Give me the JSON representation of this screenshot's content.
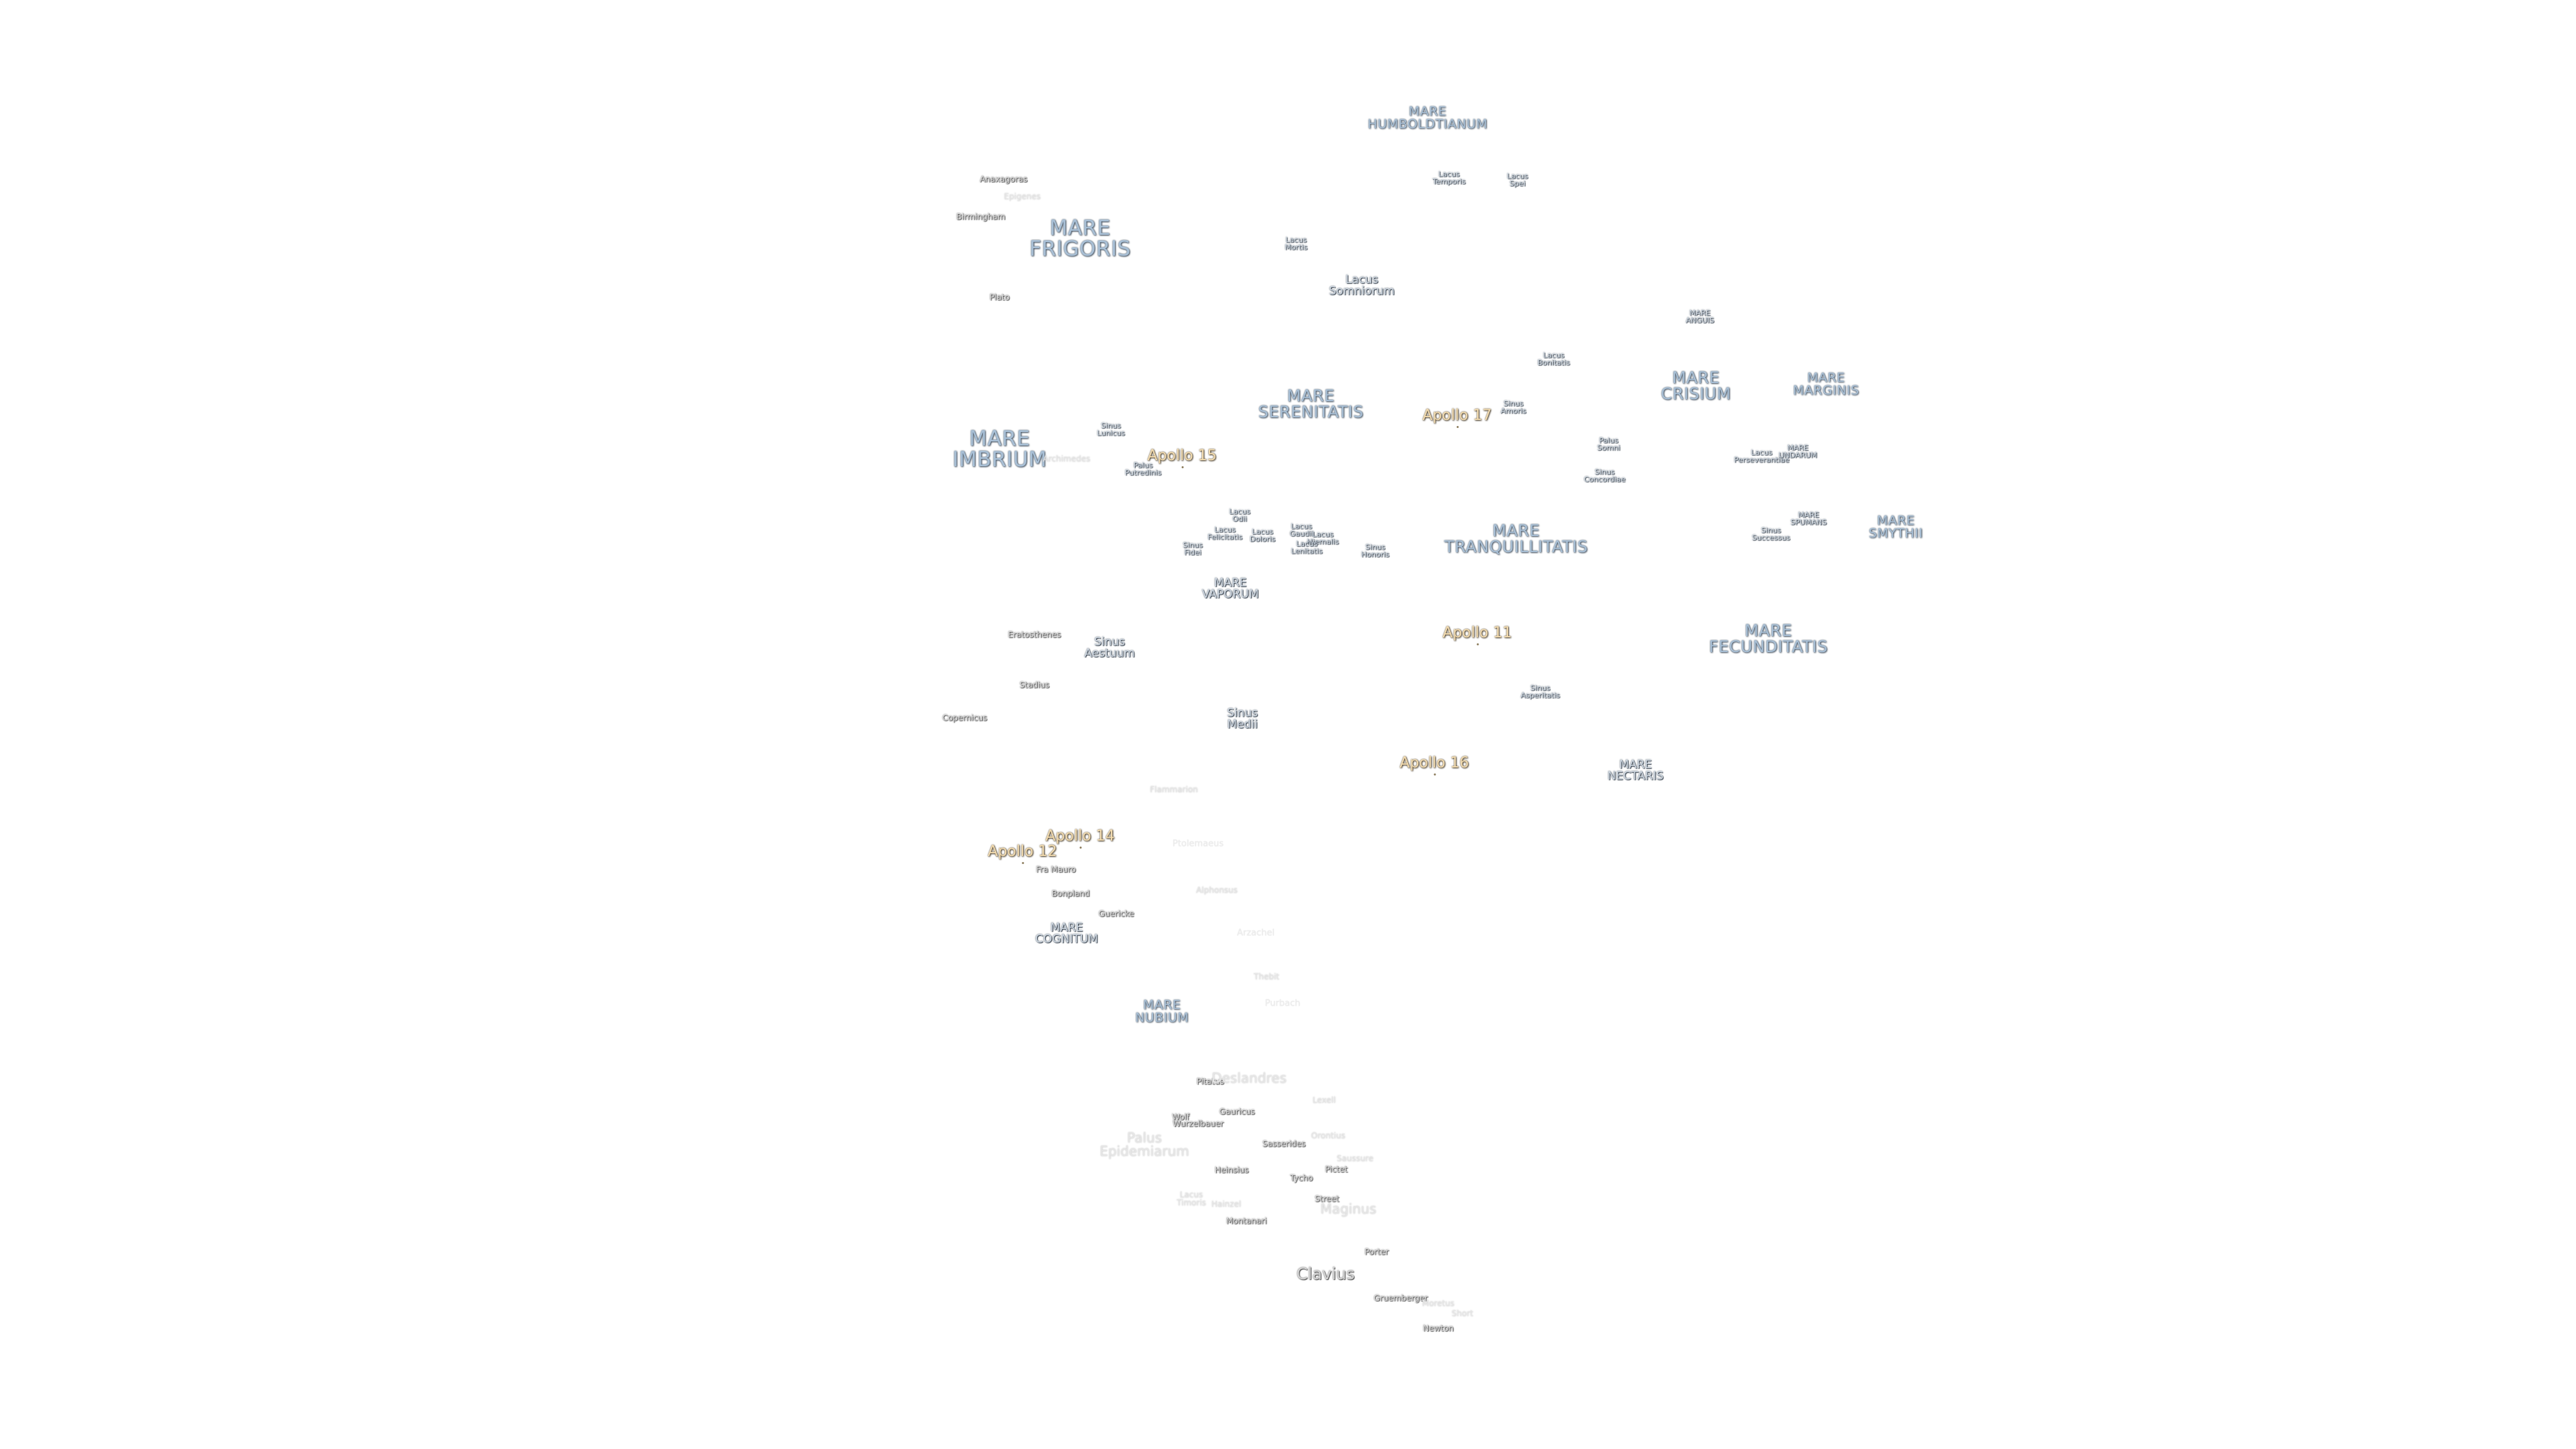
{
  "labels": [
    {
      "text": "MARE\nHUMBOLDTIANUM",
      "kind": "mare-small"
    },
    {
      "text": "Lacus\nTemporis",
      "kind": "feature"
    },
    {
      "text": "Lacus\nSpei",
      "kind": "feature"
    },
    {
      "text": "Anaxagoras",
      "kind": "crater"
    },
    {
      "text": "Epigenes",
      "kind": "crater-faint"
    },
    {
      "text": "Birmingham",
      "kind": "crater"
    },
    {
      "text": "MARE\nFRIGORIS",
      "kind": "mare"
    },
    {
      "text": "Lacus\nMortis",
      "kind": "feature"
    },
    {
      "text": "Lacus\nSomniorum",
      "kind": "feature-lg"
    },
    {
      "text": "Plato",
      "kind": "crater"
    },
    {
      "text": "MARE\nANGUIS",
      "kind": "feature"
    },
    {
      "text": "Lacus\nBonitatis",
      "kind": "feature"
    },
    {
      "text": "MARE\nCRISIUM",
      "kind": "mare-med"
    },
    {
      "text": "MARE\nMARGINIS",
      "kind": "mare-small"
    },
    {
      "text": "MARE\nSERENITATIS",
      "kind": "mare-med"
    },
    {
      "text": "Apollo 17",
      "kind": "apollo"
    },
    {
      "text": "Sinus\nAmoris",
      "kind": "feature"
    },
    {
      "text": "Sinus\nLunicus",
      "kind": "feature"
    },
    {
      "text": "MARE\nIMBRIUM",
      "kind": "mare"
    },
    {
      "text": "Apollo 15",
      "kind": "apollo"
    },
    {
      "text": "Palus\nPutredinis",
      "kind": "feature"
    },
    {
      "text": "Archimedes",
      "kind": "crater-faint"
    },
    {
      "text": "Palus\nSomni",
      "kind": "feature"
    },
    {
      "text": "Sinus\nConcordiae",
      "kind": "feature"
    },
    {
      "text": "Lacus\nPerseverantiae",
      "kind": "feature"
    },
    {
      "text": "MARE\nUNDARUM",
      "kind": "feature"
    },
    {
      "text": "MARE\nSPUMANS",
      "kind": "feature"
    },
    {
      "text": "Sinus\nSuccessus",
      "kind": "feature"
    },
    {
      "text": "MARE\nSMYTHII",
      "kind": "mare-small"
    },
    {
      "text": "Lacus\nOdii",
      "kind": "feature"
    },
    {
      "text": "Lacus\nFelicitatis",
      "kind": "feature"
    },
    {
      "text": "Lacus\nDoloris",
      "kind": "feature"
    },
    {
      "text": "Lacus\nGaudii",
      "kind": "feature"
    },
    {
      "text": "Lacus\nHiemalis",
      "kind": "feature"
    },
    {
      "text": "Lacus\nLenitatis",
      "kind": "feature"
    },
    {
      "text": "Sinus\nFidei",
      "kind": "feature"
    },
    {
      "text": "Sinus\nHonoris",
      "kind": "feature"
    },
    {
      "text": "MARE\nTRANQUILLITATIS",
      "kind": "mare-med"
    },
    {
      "text": "MARE\nVAPORUM",
      "kind": "feature-lg"
    },
    {
      "text": "Eratosthenes",
      "kind": "crater"
    },
    {
      "text": "Sinus\nAestuum",
      "kind": "feature-lg"
    },
    {
      "text": "Apollo 11",
      "kind": "apollo"
    },
    {
      "text": "MARE\nFECUNDITATIS",
      "kind": "mare-med"
    },
    {
      "text": "Stadius",
      "kind": "crater"
    },
    {
      "text": "Sinus\nAsperitatis",
      "kind": "feature"
    },
    {
      "text": "Copernicus",
      "kind": "crater"
    },
    {
      "text": "Sinus\nMedii",
      "kind": "feature-lg"
    },
    {
      "text": "Apollo 16",
      "kind": "apollo"
    },
    {
      "text": "MARE\nNECTARIS",
      "kind": "feature-lg"
    },
    {
      "text": "Flammarion",
      "kind": "crater-faint"
    },
    {
      "text": "Apollo 14",
      "kind": "apollo"
    },
    {
      "text": "Ptolemaeus",
      "kind": "crater-faint2"
    },
    {
      "text": "Apollo 12",
      "kind": "apollo"
    },
    {
      "text": "Fra Mauro",
      "kind": "crater"
    },
    {
      "text": "Bonpland",
      "kind": "crater"
    },
    {
      "text": "Alphonsus",
      "kind": "crater-faint"
    },
    {
      "text": "Guericke",
      "kind": "crater"
    },
    {
      "text": "MARE\nCOGNITUM",
      "kind": "feature-lg"
    },
    {
      "text": "Arzachel",
      "kind": "crater-faint2"
    },
    {
      "text": "Thebit",
      "kind": "crater-faint"
    },
    {
      "text": "MARE\nNUBIUM",
      "kind": "mare-small"
    },
    {
      "text": "Purbach",
      "kind": "crater-faint2"
    },
    {
      "text": "Pitatus",
      "kind": "crater"
    },
    {
      "text": "Deslandres",
      "kind": "crater-lg-faint"
    },
    {
      "text": "Lexell",
      "kind": "crater-faint"
    },
    {
      "text": "Gauricus",
      "kind": "crater"
    },
    {
      "text": "Wolf",
      "kind": "crater"
    },
    {
      "text": "Wurzelbauer",
      "kind": "crater"
    },
    {
      "text": "Orontius",
      "kind": "crater-faint"
    },
    {
      "text": "Palus\nEpidemiarum",
      "kind": "crater-lg-faint"
    },
    {
      "text": "Sasserides",
      "kind": "crater"
    },
    {
      "text": "Saussure",
      "kind": "crater-faint"
    },
    {
      "text": "Heinsius",
      "kind": "crater"
    },
    {
      "text": "Pictet",
      "kind": "crater"
    },
    {
      "text": "Tycho",
      "kind": "crater"
    },
    {
      "text": "Lacus\nTimoris",
      "kind": "crater-faint"
    },
    {
      "text": "Hainzel",
      "kind": "crater-faint"
    },
    {
      "text": "Street",
      "kind": "crater"
    },
    {
      "text": "Maginus",
      "kind": "crater-lg-faint"
    },
    {
      "text": "Montanari",
      "kind": "crater"
    },
    {
      "text": "Porter",
      "kind": "crater"
    },
    {
      "text": "Clavius",
      "kind": "crater-lg"
    },
    {
      "text": "Gruemberger",
      "kind": "crater"
    },
    {
      "text": "Moretus",
      "kind": "crater-faint"
    },
    {
      "text": "Short",
      "kind": "crater-faint"
    },
    {
      "text": "Newton",
      "kind": "crater"
    }
  ]
}
